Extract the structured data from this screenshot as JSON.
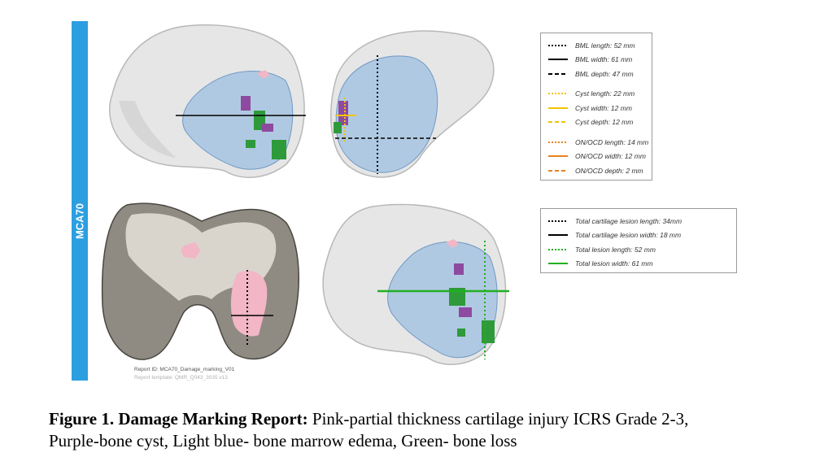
{
  "panel": {
    "side_label": "MCA70",
    "legend_top": [
      {
        "label": "BML length: 52 mm",
        "color": "#000000",
        "style": "dotted",
        "gap": false
      },
      {
        "label": "BML width: 61 mm",
        "color": "#000000",
        "style": "solid",
        "gap": false
      },
      {
        "label": "BML depth: 47 mm",
        "color": "#000000",
        "style": "dashed",
        "gap": false
      },
      {
        "label": "Cyst length: 22 mm",
        "color": "#f2c400",
        "style": "dotted",
        "gap": true
      },
      {
        "label": "Cyst width: 12 mm",
        "color": "#f2c400",
        "style": "solid",
        "gap": false
      },
      {
        "label": "Cyst depth: 12 mm",
        "color": "#f2c400",
        "style": "dashed",
        "gap": false
      },
      {
        "label": "ON/OCD length: 14 mm",
        "color": "#e8821e",
        "style": "dotted",
        "gap": true
      },
      {
        "label": "ON/OCD width: 12 mm",
        "color": "#e8821e",
        "style": "solid",
        "gap": false
      },
      {
        "label": "ON/OCD depth: 2 mm",
        "color": "#e8821e",
        "style": "dashed",
        "gap": false
      }
    ],
    "legend_bottom": [
      {
        "label": "Total cartilage lesion length: 34mm",
        "color": "#000000",
        "style": "dotted",
        "gap": false
      },
      {
        "label": "Total cartilage lesion width: 18 mm",
        "color": "#000000",
        "style": "solid",
        "gap": false
      },
      {
        "label": "Total lesion length: 52 mm",
        "color": "#22b022",
        "style": "dotted",
        "gap": false
      },
      {
        "label": "Total lesion width: 61 mm",
        "color": "#22b022",
        "style": "solid",
        "gap": false
      }
    ],
    "report_id": "Report ID: MCA70_Damage_marking_V01",
    "report_template": "Report template: QMR_Q043_3035 v13"
  },
  "caption": {
    "bold": "Figure 1. Damage Marking Report:",
    "line1": " Pink-partial thickness cartilage injury ICRS Grade 2-3,",
    "line2": "Purple-bone cyst, Light blue- bone marrow edema, Green- bone loss"
  },
  "colors": {
    "bone": "#e6e6e6",
    "bone_dark": "#8f8a82",
    "edema": "#9dbfe0",
    "cyst": "#8e4aa0",
    "bone_loss": "#2e9a3a",
    "cartilage": "#f2b6c6",
    "accent": "#2b9fe0"
  }
}
